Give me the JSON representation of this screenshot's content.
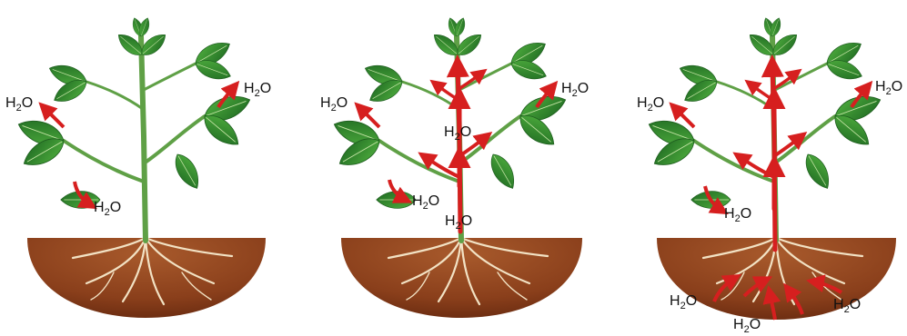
{
  "panels": [
    {
      "id": "plant-1",
      "labels": [
        {
          "key": "l1",
          "text": "H",
          "sub": "2",
          "tail": "O"
        },
        {
          "key": "l2",
          "text": "H",
          "sub": "2",
          "tail": "O"
        },
        {
          "key": "l3",
          "text": "H",
          "sub": "2",
          "tail": "O"
        }
      ]
    },
    {
      "id": "plant-2",
      "labels": [
        {
          "key": "l1",
          "text": "H",
          "sub": "2",
          "tail": "O"
        },
        {
          "key": "l2",
          "text": "H",
          "sub": "2",
          "tail": "O"
        },
        {
          "key": "l3",
          "text": "H",
          "sub": "2",
          "tail": "O"
        },
        {
          "key": "l4",
          "text": "H",
          "sub": "2",
          "tail": "O"
        },
        {
          "key": "l5",
          "text": "H",
          "sub": "2",
          "tail": "O"
        }
      ]
    },
    {
      "id": "plant-3",
      "labels": [
        {
          "key": "l1",
          "text": "H",
          "sub": "2",
          "tail": "O"
        },
        {
          "key": "l2",
          "text": "H",
          "sub": "2",
          "tail": "O"
        },
        {
          "key": "l3",
          "text": "H",
          "sub": "2",
          "tail": "O"
        },
        {
          "key": "l4",
          "text": "H",
          "sub": "2",
          "tail": "O"
        },
        {
          "key": "l5",
          "text": "H",
          "sub": "2",
          "tail": "O"
        },
        {
          "key": "l6",
          "text": "H",
          "sub": "2",
          "tail": "O"
        }
      ]
    }
  ],
  "colors": {
    "soil": "#9b4a22",
    "soil_dark": "#6e2e12",
    "leaf": "#2f8a2f",
    "leaf_dark": "#1f5f1f",
    "stem": "#5fa046",
    "root": "#f2e2c4",
    "arrow": "#d61f1f"
  }
}
